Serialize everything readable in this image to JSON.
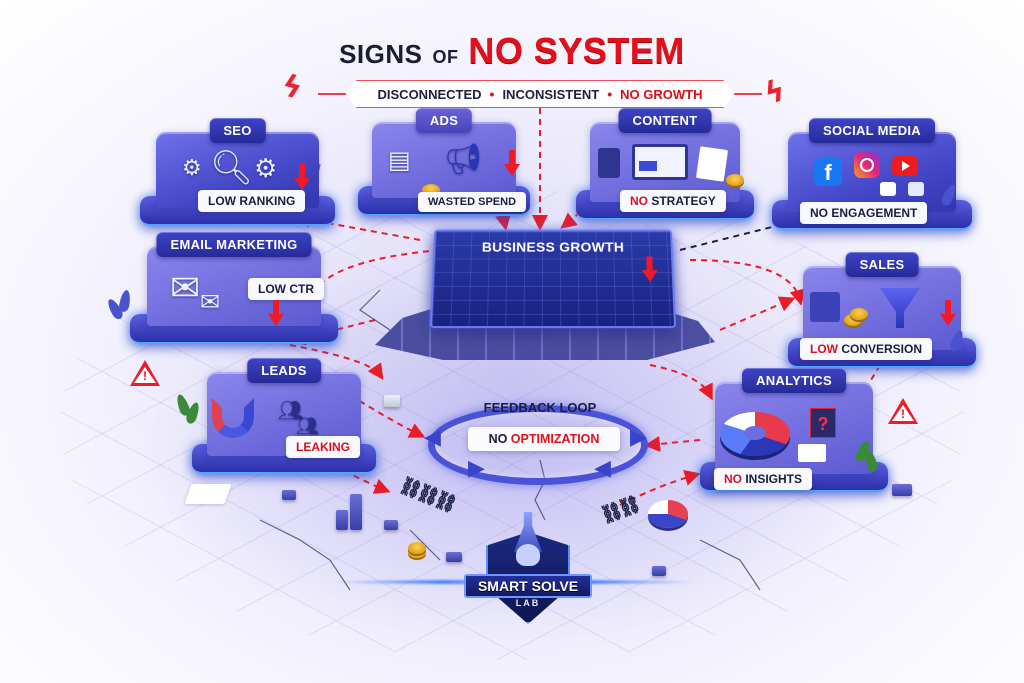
{
  "title": {
    "part1": "SIGNS",
    "part2": "OF",
    "part3": "NO SYSTEM"
  },
  "subtitle": {
    "items": [
      "DISCONNECTED",
      "INCONSISTENT",
      "NO GROWTH"
    ],
    "separator": "•"
  },
  "modules": {
    "seo": {
      "label": "SEO",
      "status": "LOW RANKING",
      "icons": [
        "gear-icon",
        "magnifier-icon",
        "gear-icon",
        "down-arrow-icon"
      ]
    },
    "ads": {
      "label": "ADS",
      "status": "WASTED SPEND",
      "icons": [
        "document-icon",
        "megaphone-icon",
        "coin-icon",
        "down-arrow-icon"
      ]
    },
    "content": {
      "label": "CONTENT",
      "status_red": "NO",
      "status_rest": " STRATEGY",
      "icons": [
        "tablet-icon",
        "laptop-icon",
        "document-icon",
        "coin-stack-icon"
      ]
    },
    "social_media": {
      "label": "SOCIAL MEDIA",
      "status": "NO ENGAGEMENT",
      "icons": [
        "facebook-icon",
        "instagram-icon",
        "youtube-icon",
        "chat-icon"
      ]
    },
    "email_marketing": {
      "label": "EMAIL MARKETING",
      "status": "LOW CTR",
      "icons": [
        "envelope-icon",
        "envelope-icon",
        "down-arrow-icon"
      ]
    },
    "sales": {
      "label": "SALES",
      "status_red": "LOW",
      "status_rest": " CONVERSION",
      "icons": [
        "list-icon",
        "coin-stack-icon",
        "funnel-icon",
        "down-arrow-icon"
      ]
    },
    "leads": {
      "label": "LEADS",
      "status": "LEAKING",
      "icons": [
        "magnet-icon",
        "people-icon"
      ]
    },
    "analytics": {
      "label": "ANALYTICS",
      "status_red": "NO",
      "status_rest": " INSIGHTS",
      "icons": [
        "donut-chart-icon",
        "question-icon",
        "document-icon"
      ]
    }
  },
  "center_chart": {
    "title": "BUSINESS GROWTH",
    "trend": "down"
  },
  "feedback_loop": {
    "title": "FEEDBACK LOOP",
    "status_dark": "NO",
    "status_red": " OPTIMIZATION"
  },
  "logo": {
    "name": "SMART SOLVE",
    "sub": "LAB"
  },
  "colors": {
    "accent_red": "#e3101c",
    "primary_blue": "#3e44c9",
    "dark_navy": "#1a1d33",
    "glow_blue": "#4ea5ff"
  }
}
